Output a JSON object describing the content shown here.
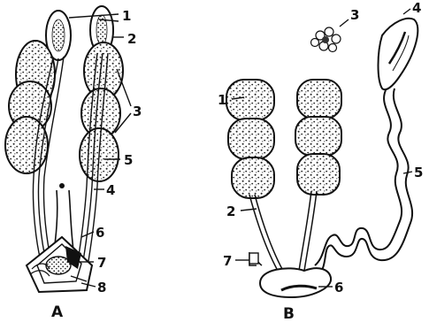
{
  "figure": {
    "panel_a": {
      "caption": "A",
      "labels": [
        "1",
        "2",
        "3",
        "5",
        "4",
        "6",
        "7",
        "8"
      ]
    },
    "panel_b": {
      "caption": "B",
      "labels": [
        "3",
        "4",
        "1",
        "2",
        "5",
        "7",
        "6"
      ]
    }
  }
}
